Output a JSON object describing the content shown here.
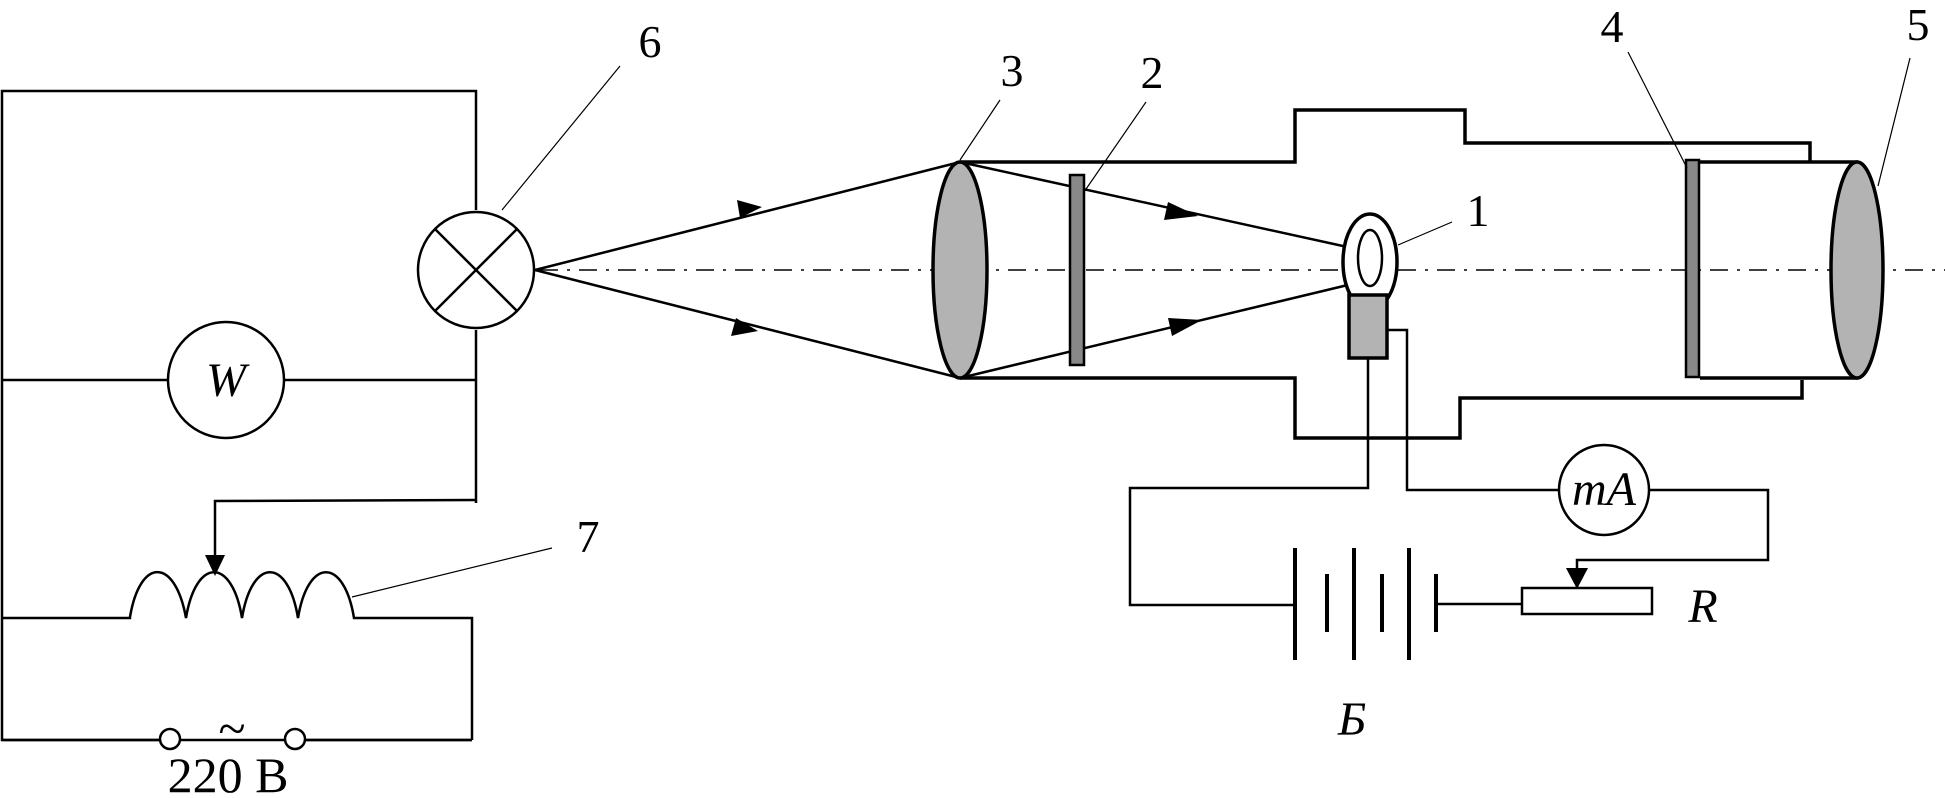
{
  "diagram": {
    "labels": {
      "n1": "1",
      "n2": "2",
      "n3": "3",
      "n4": "4",
      "n5": "5",
      "n6": "6",
      "n7": "7",
      "wattmeter": "W",
      "milliammeter": "mA",
      "resistor": "R",
      "battery": "Б",
      "supply_tilde": "~",
      "supply_voltage": "220 В"
    },
    "colors": {
      "line": "#000000",
      "lens_fill": "#b3b3b3",
      "plate_fill": "#888888",
      "background": "#ffffff"
    }
  }
}
